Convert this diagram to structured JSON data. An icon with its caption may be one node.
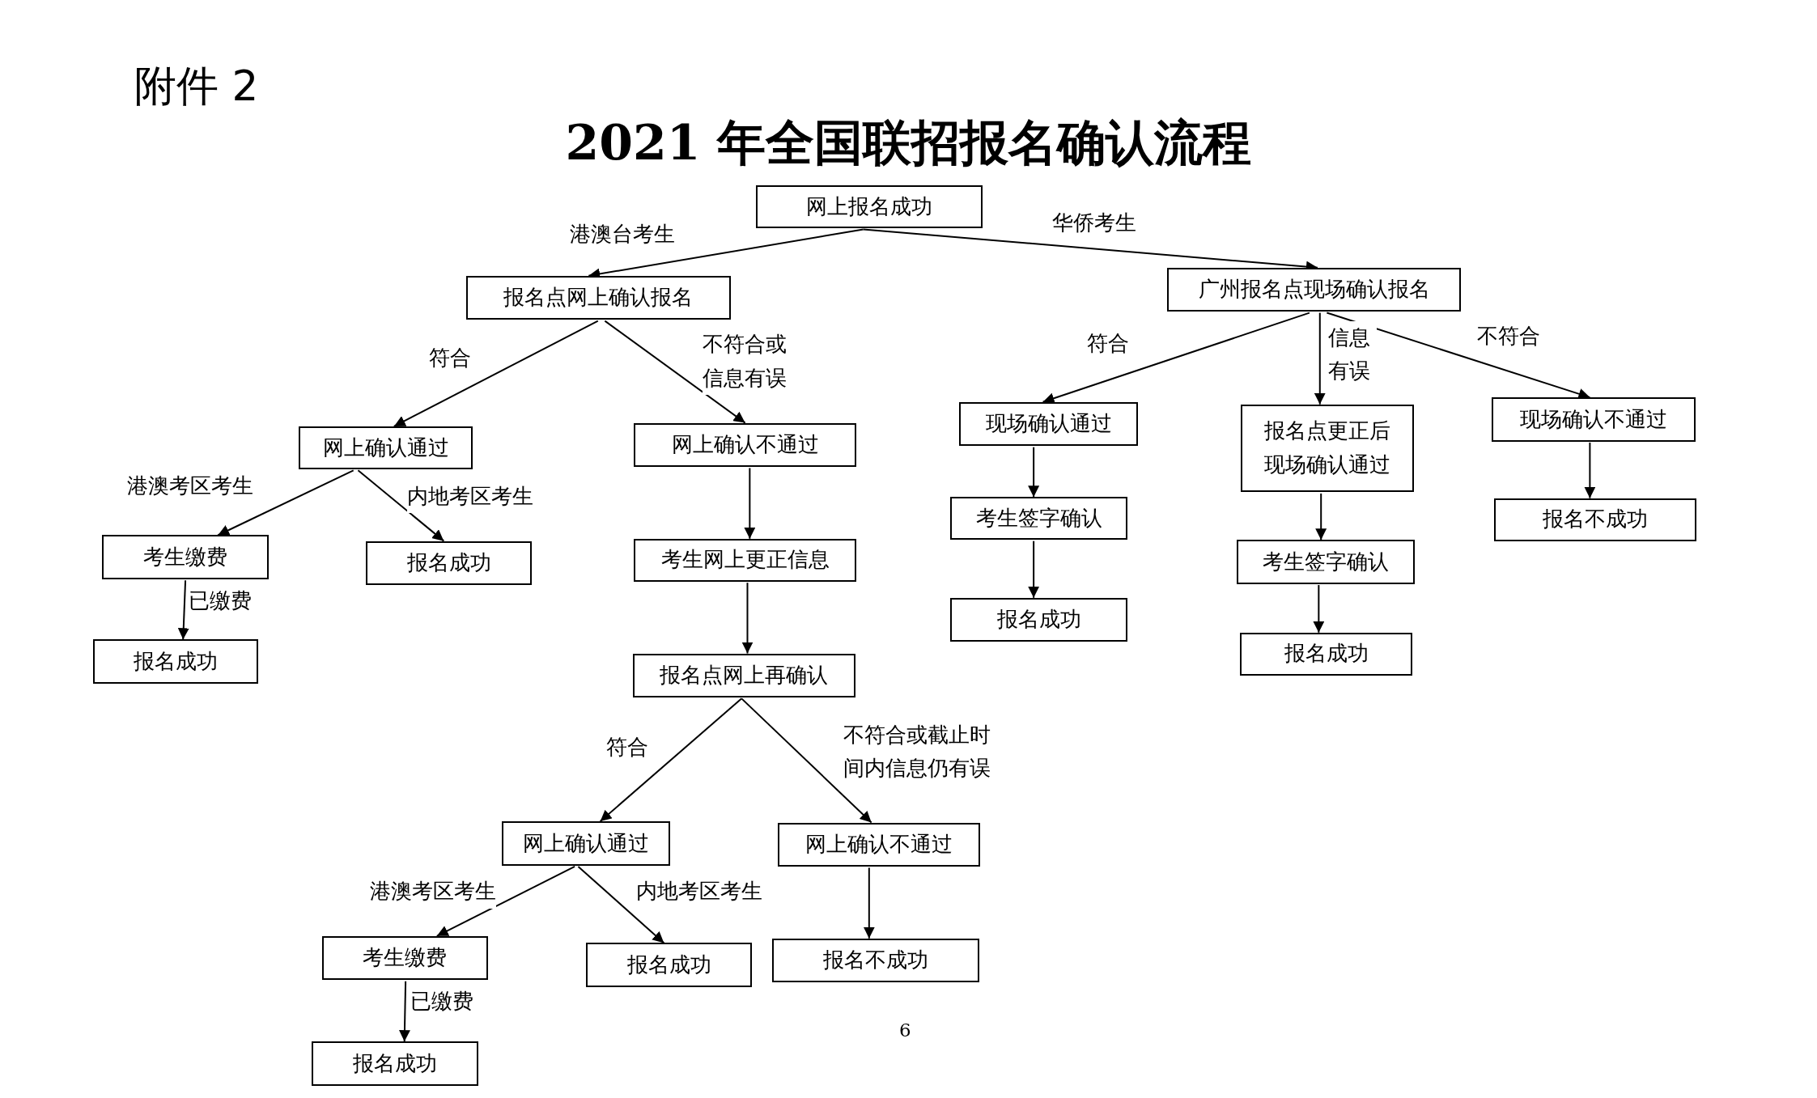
{
  "diagram": {
    "title": "2021 年全国联招报名确认流程",
    "nodes": [
      {
        "text": [
          "网上报名成功"
        ]
      },
      {
        "text": [
          "报名点网上确认报名"
        ]
      },
      {
        "text": [
          "广州报名点现场确认报名"
        ]
      },
      {
        "text": [
          "网上确认通过"
        ]
      },
      {
        "text": [
          "网上确认不通过"
        ]
      },
      {
        "text": [
          "现场确认通过"
        ]
      },
      {
        "text": [
          "报名点更正后现场确认通过"
        ]
      },
      {
        "text": [
          "现场确认不通过"
        ]
      },
      {
        "text": [
          "考生缴费"
        ]
      },
      {
        "text": [
          "报名成功"
        ]
      },
      {
        "text": [
          "考生网上更正信息"
        ]
      },
      {
        "text": [
          "考生签字确认"
        ]
      },
      {
        "text": [
          "考生签字确认"
        ]
      },
      {
        "text": [
          "报名不成功"
        ]
      },
      {
        "text": [
          "报名成功"
        ]
      },
      {
        "text": [
          "报名成功"
        ]
      },
      {
        "text": [
          "报名成功"
        ]
      },
      {
        "text": [
          "报名点网上再确认"
        ]
      },
      {
        "text": [
          "网上确认通过"
        ]
      },
      {
        "text": [
          "网上确认不通过"
        ]
      },
      {
        "text": [
          "考生缴费"
        ]
      },
      {
        "text": [
          "报名成功"
        ]
      },
      {
        "text": [
          "报名不成功"
        ]
      },
      {
        "text": [
          "报名成功"
        ]
      }
    ],
    "edges": [
      {
        "from": 0,
        "to": 1,
        "arrow": "to",
        "label": "港澳台考生"
      },
      {
        "from": 0,
        "to": 2,
        "arrow": "to",
        "label": "华侨考生"
      },
      {
        "from": 1,
        "to": 3,
        "arrow": "to",
        "label": "符合"
      },
      {
        "from": 1,
        "to": 4,
        "arrow": "to",
        "label": "不符合或信息有误"
      },
      {
        "from": 2,
        "to": 5,
        "arrow": "to",
        "label": "符合"
      },
      {
        "from": 2,
        "to": 6,
        "arrow": "to",
        "label": "信息有误"
      },
      {
        "from": 2,
        "to": 7,
        "arrow": "to",
        "label": "不符合"
      },
      {
        "from": 3,
        "to": 8,
        "arrow": "to",
        "label": "港澳考区考生"
      },
      {
        "from": 3,
        "to": 9,
        "arrow": "to",
        "label": "内地考区考生"
      },
      {
        "from": 8,
        "to": 14,
        "arrow": "to",
        "label": "已缴费"
      },
      {
        "from": 4,
        "to": 10,
        "arrow": "to"
      },
      {
        "from": 10,
        "to": 17,
        "arrow": "to"
      },
      {
        "from": 5,
        "to": 11,
        "arrow": "to"
      },
      {
        "from": 11,
        "to": 15,
        "arrow": "to"
      },
      {
        "from": 6,
        "to": 12,
        "arrow": "to"
      },
      {
        "from": 12,
        "to": 16,
        "arrow": "to"
      },
      {
        "from": 7,
        "to": 13,
        "arrow": "to"
      },
      {
        "from": 17,
        "to": 18,
        "arrow": "to",
        "label": "符合"
      },
      {
        "from": 17,
        "to": 19,
        "arrow": "to",
        "label": "不符合或截止时间内信息仍有误"
      },
      {
        "from": 18,
        "to": 20,
        "arrow": "to",
        "label": "港澳考区考生"
      },
      {
        "from": 18,
        "to": 21,
        "arrow": "to",
        "label": "内地考区考生"
      },
      {
        "from": 20,
        "to": 23,
        "arrow": "to",
        "label": "已缴费"
      },
      {
        "from": 19,
        "to": 22,
        "arrow": "to"
      }
    ],
    "labels": [
      "附件 2",
      "6"
    ]
  }
}
